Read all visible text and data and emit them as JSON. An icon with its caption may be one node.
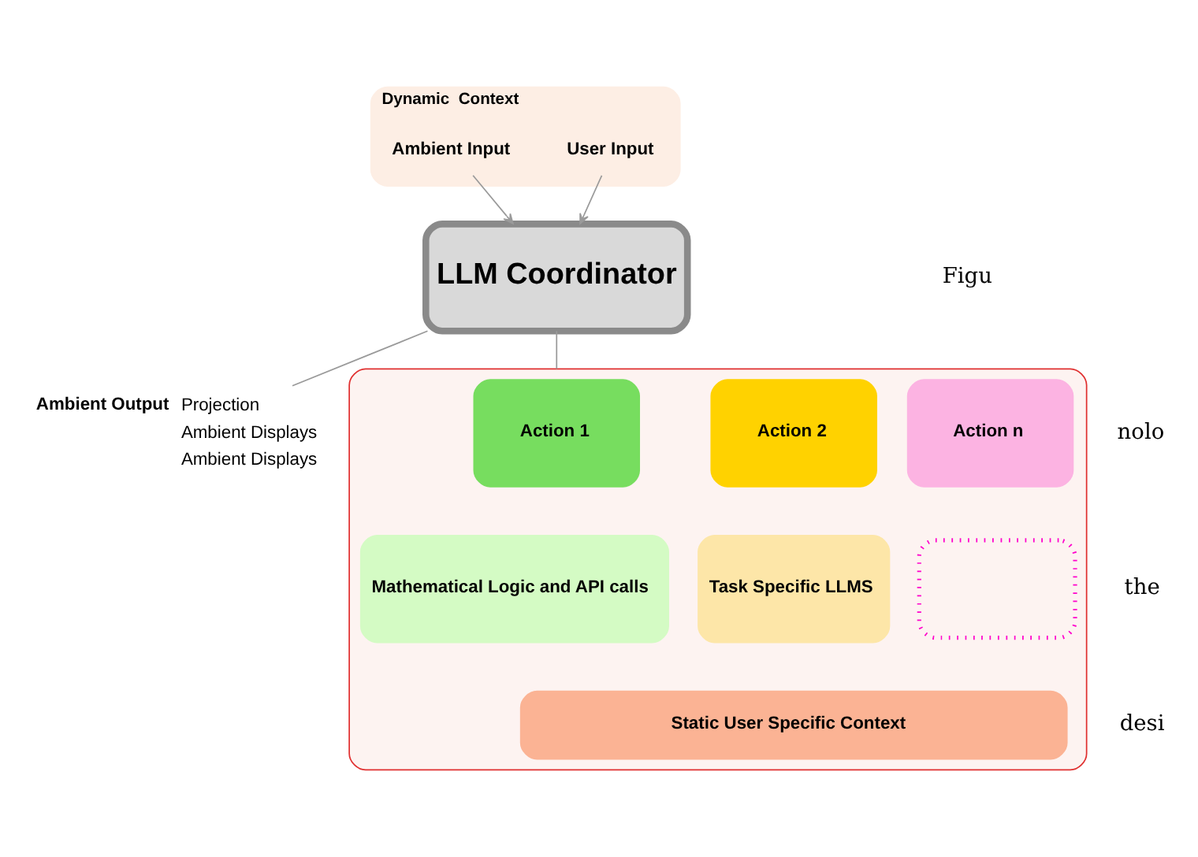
{
  "diagram": {
    "nodes": [
      {
        "text": [
          "Dynamic  Context"
        ]
      },
      {
        "text": [
          "User Input"
        ],
        "in": 0
      },
      {
        "text": [
          "Ambient Input"
        ],
        "in": 0
      },
      {
        "text": [
          "LLM Coordinator"
        ]
      },
      {
        "text": [
          "Ambient Output",
          "Projection",
          "Ambient Displays",
          "Ambient Displays"
        ]
      },
      {
        "text": [],
        "shape": "box"
      },
      {
        "text": [
          "Action 1"
        ],
        "in": 5
      },
      {
        "text": [
          "Action 2"
        ],
        "in": 5
      },
      {
        "text": [
          "Action n"
        ],
        "in": 5
      },
      {
        "text": [
          "Mathematical Logic and API calls"
        ],
        "in": 5
      },
      {
        "text": [
          "Task Specific LLMS"
        ],
        "in": 5
      },
      {
        "text": [],
        "shape": "box",
        "in": 5
      },
      {
        "text": [
          "Static User Specific Context"
        ],
        "in": 5
      }
    ],
    "edges": [
      {
        "from": 1,
        "to": 3,
        "arrow": "to"
      },
      {
        "from": 2,
        "to": 3,
        "arrow": "to"
      },
      {
        "from": 3,
        "to": 4,
        "arrow": "none"
      },
      {
        "from": 3,
        "to": 5,
        "arrow": "none"
      }
    ],
    "labels": [
      "Figu",
      "nolo",
      "the",
      "desi"
    ]
  }
}
